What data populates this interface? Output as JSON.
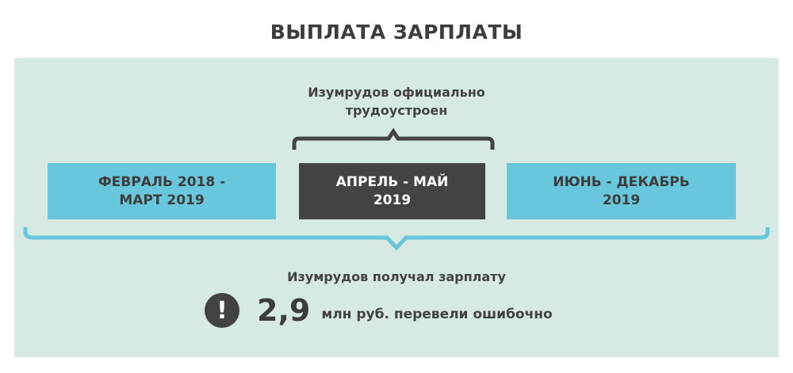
{
  "title": "ВЫПЛАТА ЗАРПЛАТЫ",
  "top_label": [
    "Изумрудов официально",
    "трудоустроен"
  ],
  "periods": [
    {
      "line1": "ФЕВРАЛЬ 2018 -",
      "line2": "МАРТ 2019"
    },
    {
      "line1": "АПРЕЛЬ - МАЙ",
      "line2": "2019"
    },
    {
      "line1": "ИЮНЬ - ДЕКАБРЬ",
      "line2": "2019"
    }
  ],
  "bottom_label": "Изумрудов получал зарплату",
  "fact": {
    "icon": "exclamation-icon",
    "symbol": "!",
    "number": "2,9",
    "text": "млн руб. перевели ошибочно"
  },
  "colors": {
    "panel": "#d6e9e3",
    "accent": "#68c7dd",
    "dark": "#434343"
  }
}
